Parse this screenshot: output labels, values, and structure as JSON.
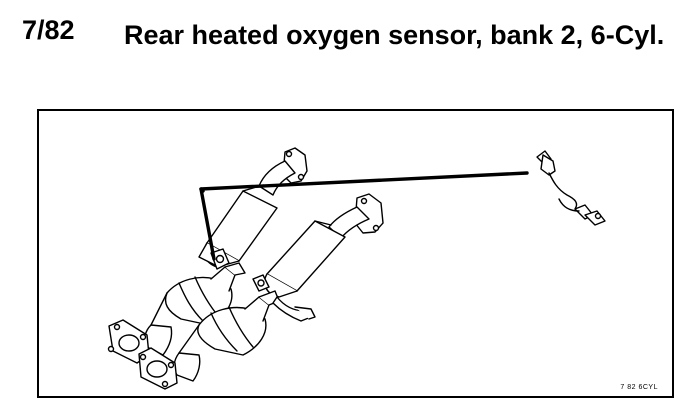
{
  "heading": {
    "number": "7/82",
    "title": "Rear heated oxygen sensor, bank 2, 6-Cyl."
  },
  "figure": {
    "code": "7 82 6CYL"
  }
}
